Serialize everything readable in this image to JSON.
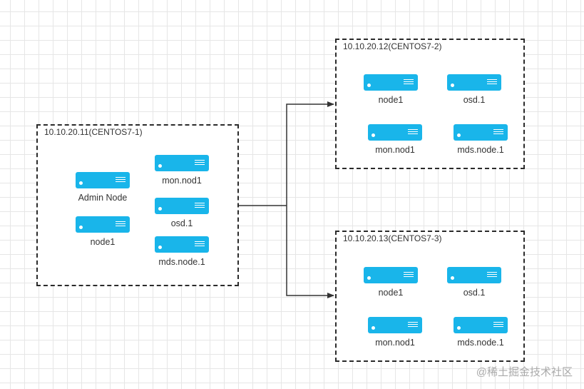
{
  "groups": [
    {
      "title": "10.10.20.11(CENTOS7-1)",
      "nodes": [
        {
          "label": "Admin Node"
        },
        {
          "label": "node1"
        },
        {
          "label": "mon.nod1"
        },
        {
          "label": "osd.1"
        },
        {
          "label": "mds.node.1"
        }
      ]
    },
    {
      "title": "10.10.20.12(CENTOS7-2)",
      "nodes": [
        {
          "label": "node1"
        },
        {
          "label": "osd.1"
        },
        {
          "label": "mon.nod1"
        },
        {
          "label": "mds.node.1"
        }
      ]
    },
    {
      "title": "10.10.20.13(CENTOS7-3)",
      "nodes": [
        {
          "label": "node1"
        },
        {
          "label": "osd.1"
        },
        {
          "label": "mon.nod1"
        },
        {
          "label": "mds.node.1"
        }
      ]
    }
  ],
  "colors": {
    "server": "#19b5ea",
    "border": "#2b2b2b",
    "connector": "#333333"
  },
  "icons": {
    "node": "server-icon"
  },
  "watermark": "@稀土掘金技术社区"
}
